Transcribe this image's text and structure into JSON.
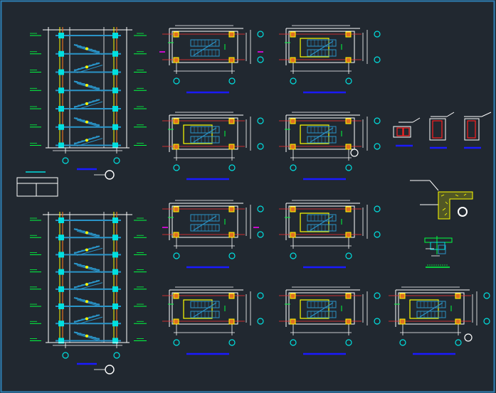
{
  "drawing": {
    "description_hidden": "",
    "colors": {
      "background": "#212830",
      "viewport_border": "#2f7fb4",
      "wall": "#ffffff",
      "stair": "#2a94c8",
      "axis_bubble": "#00e0e0",
      "title_bar": "#1a1aff",
      "column_fill": "#e07020",
      "column_edge": "#ffff00",
      "gridline": "#ff3030",
      "landing": "#ffff00",
      "dim_tick": "#00ff40",
      "accent_magenta": "#ff00ff",
      "rebar_box": "#ff2020"
    },
    "elevations": [
      {
        "id": "elevation-upper",
        "floors": 6
      },
      {
        "id": "elevation-lower",
        "floors": 7
      }
    ],
    "plans": [
      {
        "id": "plan-r1c1",
        "variant": "basic"
      },
      {
        "id": "plan-r1c2",
        "variant": "yellow-landing"
      },
      {
        "id": "plan-r2c1",
        "variant": "yellow-landing"
      },
      {
        "id": "plan-r2c2",
        "variant": "yellow-landing"
      },
      {
        "id": "plan-r3c1",
        "variant": "basic"
      },
      {
        "id": "plan-r3c2",
        "variant": "yellow-landing"
      },
      {
        "id": "plan-r4c1",
        "variant": "yellow-landing"
      },
      {
        "id": "plan-r4c2",
        "variant": "yellow-landing"
      },
      {
        "id": "plan-r4c3",
        "variant": "yellow-landing"
      }
    ],
    "sections": [
      {
        "id": "beam-section-a"
      },
      {
        "id": "beam-section-b"
      },
      {
        "id": "beam-section-c"
      }
    ],
    "legend_table": {
      "rows": 2,
      "cols": 2
    }
  }
}
